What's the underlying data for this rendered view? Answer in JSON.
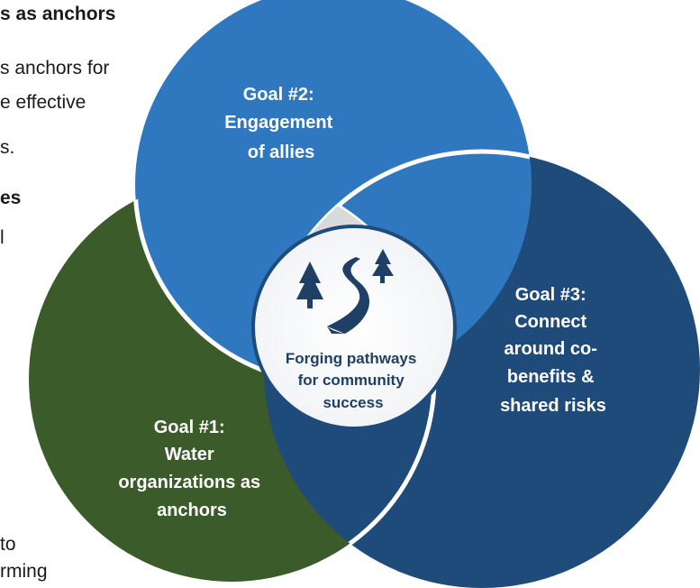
{
  "background_text": {
    "heading_fragment": "s as anchors",
    "para1_line1": "s anchors for",
    "para1_line2": "e effective",
    "para1_line3": "s.",
    "heading2_fragment": "es",
    "fragment_l": "l",
    "bottom_line1": "to",
    "bottom_line2": "rming"
  },
  "diagram": {
    "goal2": {
      "lines": [
        "Goal #2:",
        "Engagement",
        "of allies"
      ],
      "color": "#2f78bf"
    },
    "goal3": {
      "lines": [
        "Goal #3:",
        "Connect",
        "around co-",
        "benefits &",
        "shared risks"
      ],
      "color": "#1f4b7a"
    },
    "goal1": {
      "lines": [
        "Goal #1:",
        "Water",
        "organizations as",
        "anchors"
      ],
      "color": "#3b5b2a"
    },
    "center": {
      "lines": [
        "Forging pathways",
        "for community",
        "success"
      ],
      "icon": "road-trees-icon"
    }
  }
}
